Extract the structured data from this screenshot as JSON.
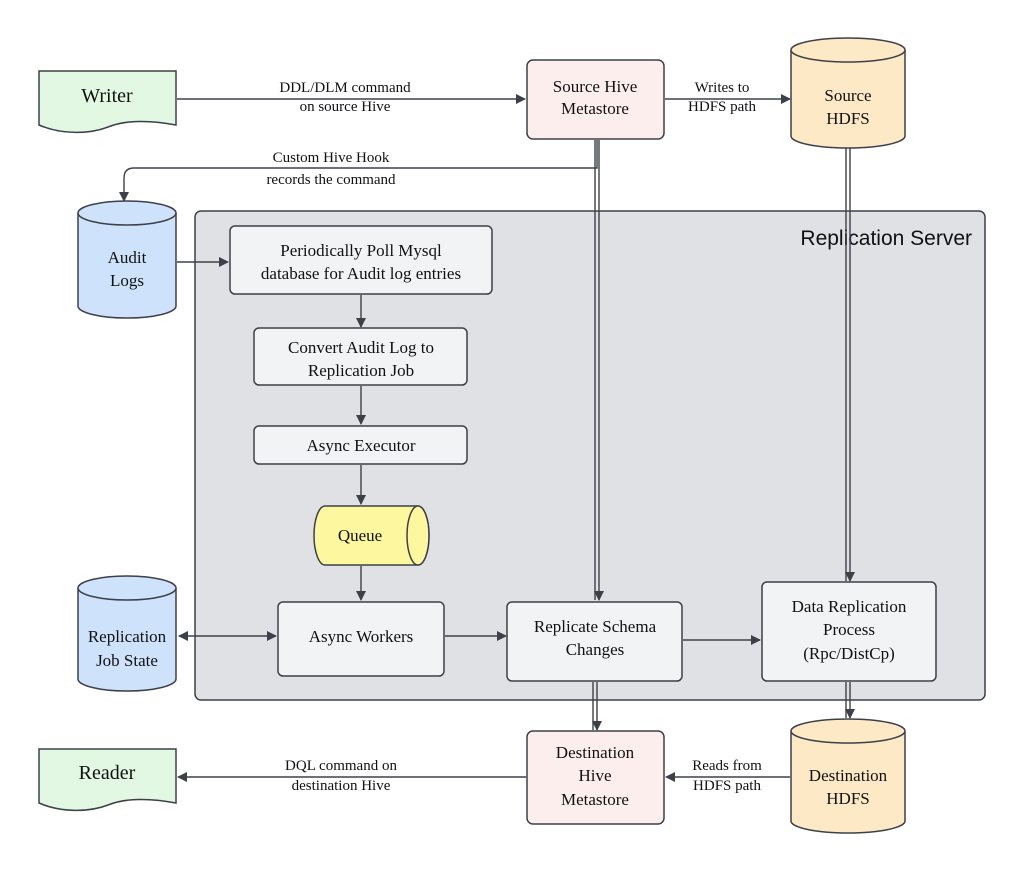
{
  "group": {
    "title": "Replication Server"
  },
  "nodes": {
    "writer": "Writer",
    "reader": "Reader",
    "source_hms": [
      "Source Hive",
      "Metastore"
    ],
    "source_hdfs": [
      "Source",
      "HDFS"
    ],
    "audit_logs": [
      "Audit",
      "Logs"
    ],
    "job_state": [
      "Replication",
      "Job State"
    ],
    "poll": [
      "Periodically Poll Mysql",
      "database for Audit log entries"
    ],
    "convert": [
      "Convert Audit Log to",
      "Replication Job"
    ],
    "executor": "Async Executor",
    "queue": "Queue",
    "workers": "Async Workers",
    "schema": [
      "Replicate Schema",
      "Changes"
    ],
    "data_rep": [
      "Data Replication",
      "Process",
      "(Rpc/DistCp)"
    ],
    "dest_hms": [
      "Destination",
      "Hive",
      "Metastore"
    ],
    "dest_hdfs": [
      "Destination",
      "HDFS"
    ]
  },
  "edges": {
    "ddl": [
      "DDL/DLM command",
      "on source Hive"
    ],
    "writes": [
      "Writes to",
      "HDFS path"
    ],
    "hook": [
      "Custom Hive Hook",
      "records the command"
    ],
    "dql": [
      "DQL command on",
      "destination Hive"
    ],
    "reads": [
      "Reads from",
      "HDFS path"
    ]
  },
  "colors": {
    "green_doc": "#e2f8e2",
    "pink_box": "#fdeeee",
    "orange_cyl": "#fde9c6",
    "blue_cyl": "#cfe2fb",
    "yellow_queue": "#fdf8a0",
    "gray_box": "#f2f3f5",
    "group_bg": "#dfe1e5",
    "stroke": "#3d4048"
  }
}
